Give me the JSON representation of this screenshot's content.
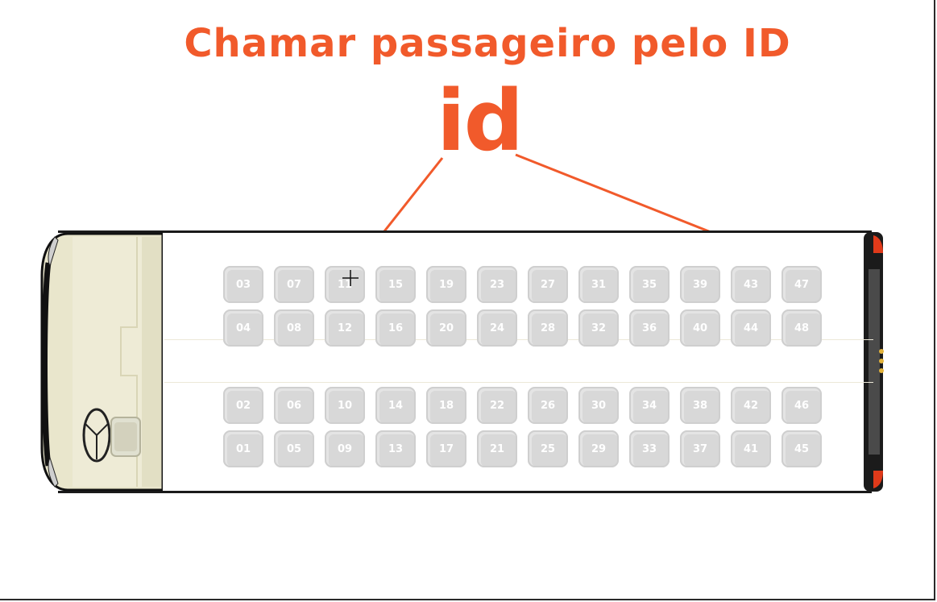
{
  "title": "Chamar passageiro pelo ID",
  "big_label": "id",
  "colors": {
    "accent": "#f15a2b",
    "seat": "#d8d8d8",
    "seat_text": "#ffffff"
  },
  "seats": {
    "row_top_1": [
      "03",
      "07",
      "11",
      "15",
      "19",
      "23",
      "27",
      "31",
      "35",
      "39",
      "43",
      "47"
    ],
    "row_top_2": [
      "04",
      "08",
      "12",
      "16",
      "20",
      "24",
      "28",
      "32",
      "36",
      "40",
      "44",
      "48"
    ],
    "row_bottom_1": [
      "02",
      "06",
      "10",
      "14",
      "18",
      "22",
      "26",
      "30",
      "34",
      "38",
      "42",
      "46"
    ],
    "row_bottom_2": [
      "01",
      "05",
      "09",
      "13",
      "17",
      "21",
      "25",
      "29",
      "33",
      "37",
      "41",
      "45"
    ]
  },
  "icons": {
    "cursor": "crosshair-cursor-icon",
    "steering": "steering-wheel-icon"
  }
}
